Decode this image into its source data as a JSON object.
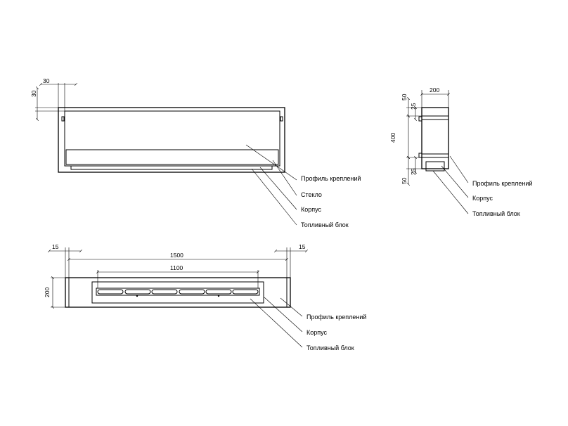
{
  "front_view": {
    "dims": {
      "top_offset": "30",
      "side_offset": "30"
    },
    "labels": {
      "profile": "Профиль креплений",
      "glass": "Стекло",
      "body": "Корпус",
      "fuel_block": "Топливный блок"
    }
  },
  "side_view": {
    "dims": {
      "width": "200",
      "top_gap": "50",
      "top_inner": "25",
      "height": "400",
      "bottom_inner": "25",
      "bottom_gap": "50"
    },
    "labels": {
      "profile": "Профиль креплений",
      "body": "Корпус",
      "fuel_block": "Топливный блок"
    }
  },
  "top_view": {
    "dims": {
      "left_margin": "15",
      "total_length": "1500",
      "right_margin": "15",
      "burner_length": "1100",
      "depth": "200"
    },
    "labels": {
      "profile": "Профиль креплений",
      "body": "Корпус",
      "fuel_block": "Топливный блок"
    }
  }
}
